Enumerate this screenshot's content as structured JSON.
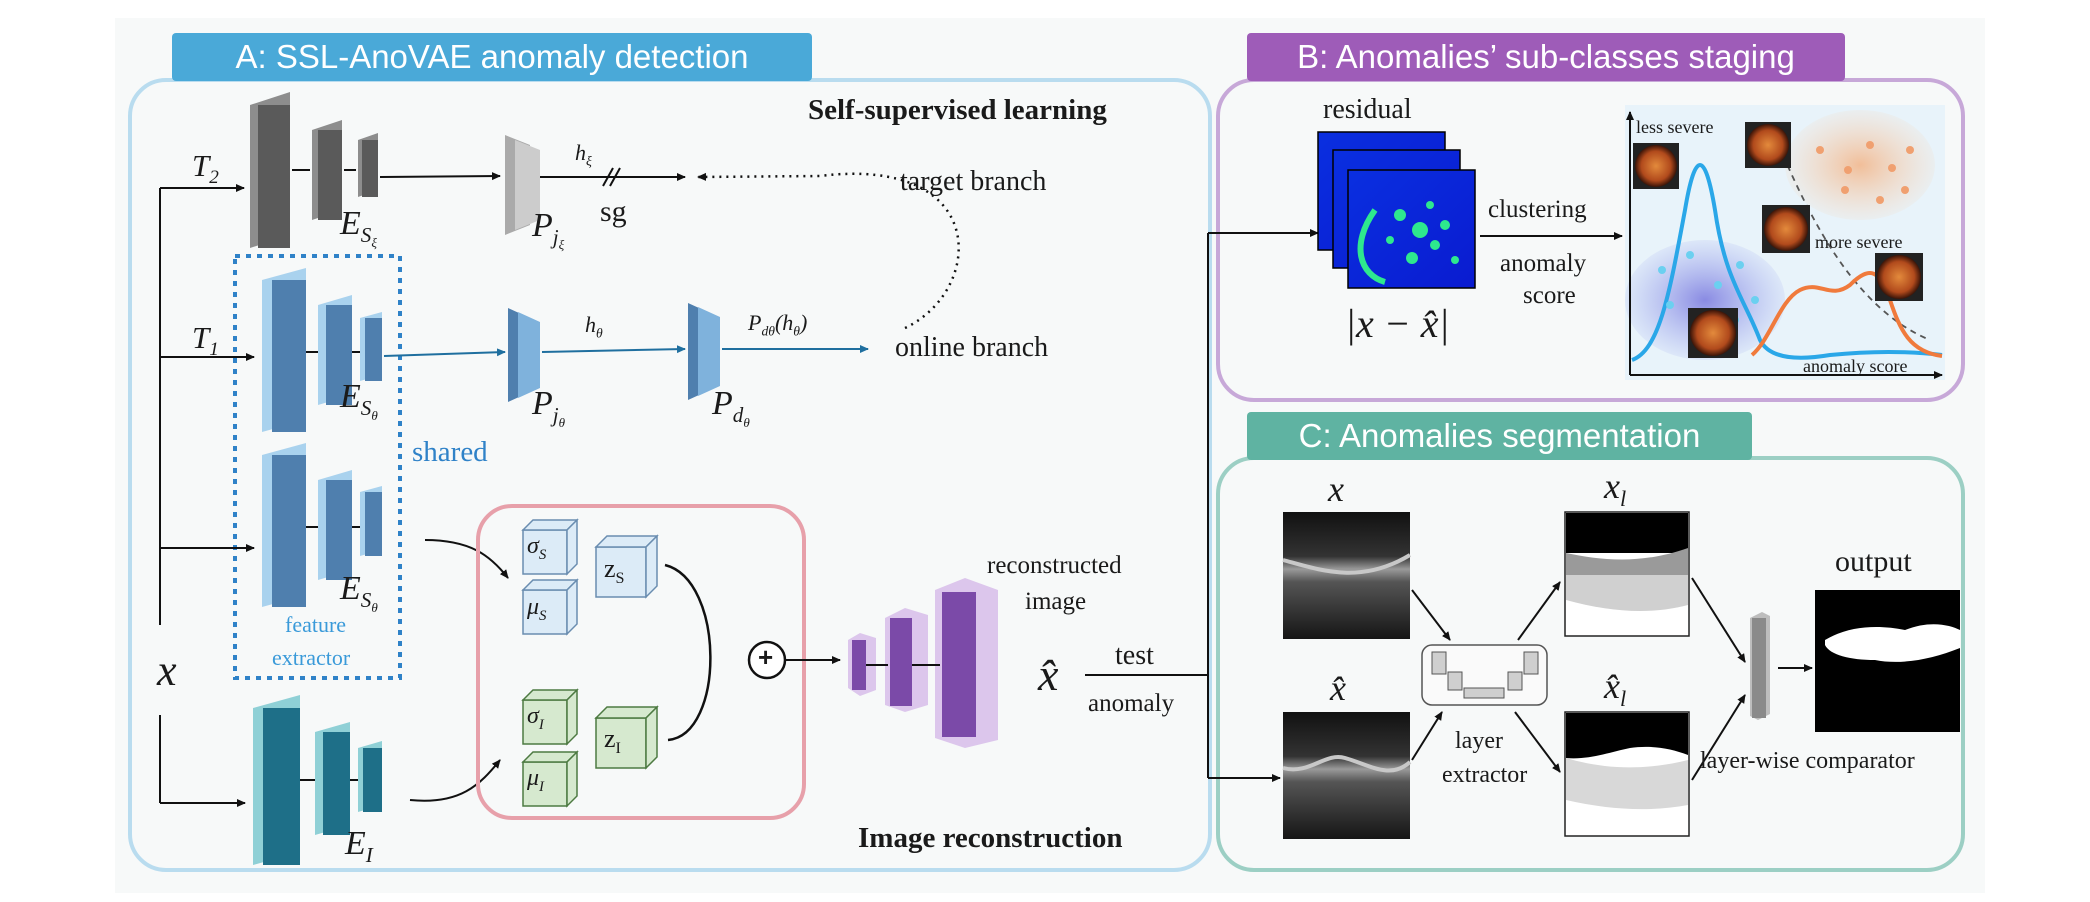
{
  "panels": {
    "a": {
      "title": "A:  SSL-AnoVAE anomaly detection",
      "ssl_title": "Self-supervised learning",
      "recon_title": "Image reconstruction"
    },
    "b": {
      "title": "B:  Anomalies’ sub-classes staging",
      "residual": "residual",
      "clustering": "clustering",
      "anomaly_score_1": "anomaly",
      "anomaly_score_2": "score",
      "residual_formula": "|x − x̂|",
      "less_severe": "less severe",
      "more_severe": "more severe",
      "axis_label": "anomaly score"
    },
    "c": {
      "title": "C:  Anomalies segmentation",
      "x": "x",
      "x_hat": "x̂",
      "x_l": "x",
      "x_l_sub": "l",
      "x_hat_l": "x̂",
      "x_hat_l_sub": "l",
      "layer_extractor_1": "layer",
      "layer_extractor_2": "extractor",
      "comparator": "layer-wise comparator",
      "output": "output"
    }
  },
  "labels": {
    "t2": "T",
    "t2_sub": "2",
    "t1": "T",
    "t1_sub": "1",
    "x_input": "x",
    "e_s_xi": "E",
    "e_s_xi_sub": "S",
    "e_s_xi_subsub": "ξ",
    "e_s_theta": "E",
    "e_s_theta_sub": "S",
    "e_s_theta_subsub": "θ",
    "e_s_theta2": "E",
    "e_s_theta2_sub": "S",
    "e_s_theta2_subsub": "θ",
    "e_i": "E",
    "e_i_sub": "I",
    "p_j_xi": "P",
    "p_j_xi_sub": "j",
    "p_j_xi_subsub": "ξ",
    "p_j_theta": "P",
    "p_j_theta_sub": "j",
    "p_j_theta_subsub": "θ",
    "p_d_theta": "P",
    "p_d_theta_sub": "d",
    "p_d_theta_subsub": "θ",
    "h_xi": "h",
    "h_xi_sub": "ξ",
    "sg": "sg",
    "h_theta": "h",
    "h_theta_sub": "θ",
    "pd_h": "P",
    "pd_h_sub": "dθ",
    "pd_h_arg": "(h",
    "pd_h_arg_sub": "θ",
    "pd_h_close": ")",
    "target_branch": "target branch",
    "online_branch": "online branch",
    "shared": "shared",
    "feature_1": "feature",
    "feature_2": "extractor",
    "sigma_s": "σ",
    "sigma_s_sub": "S",
    "mu_s": "μ",
    "mu_s_sub": "S",
    "z_s": "z",
    "z_s_sub": "S",
    "sigma_i": "σ",
    "sigma_i_sub": "I",
    "mu_i": "μ",
    "mu_i_sub": "I",
    "z_i": "z",
    "z_i_sub": "I",
    "plus": "+",
    "reconstructed_1": "reconstructed",
    "reconstructed_2": "image",
    "x_hat": "x̂",
    "test": "test",
    "anomaly": "anomaly"
  },
  "colors": {
    "panel_a": "#4aa9d8",
    "panel_b": "#9e5cb8",
    "panel_c": "#5fb3a2",
    "border_a": "#b9dcef",
    "border_b": "#c7a8d8",
    "border_c": "#9ccfc4",
    "online": "#1f6f9f",
    "recon_box": "#e7a0aa",
    "shared": "#2f82c8"
  }
}
